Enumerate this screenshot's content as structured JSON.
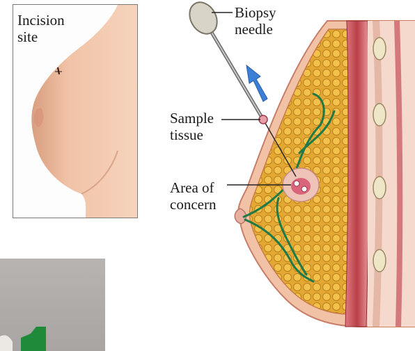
{
  "labels": {
    "incision_site": [
      "Incision",
      "site"
    ],
    "biopsy_needle": [
      "Biopsy",
      "needle"
    ],
    "sample_tissue": [
      "Sample",
      "tissue"
    ],
    "area_of_concern": [
      "Area of",
      "concern"
    ]
  },
  "colors": {
    "skin": "#f2c2a6",
    "skin_shadow": "#d9987a",
    "fat": "#e8b43a",
    "muscle": "#c9545c",
    "ducts": "#1f7a4a",
    "arrow": "#3b7fd6"
  }
}
